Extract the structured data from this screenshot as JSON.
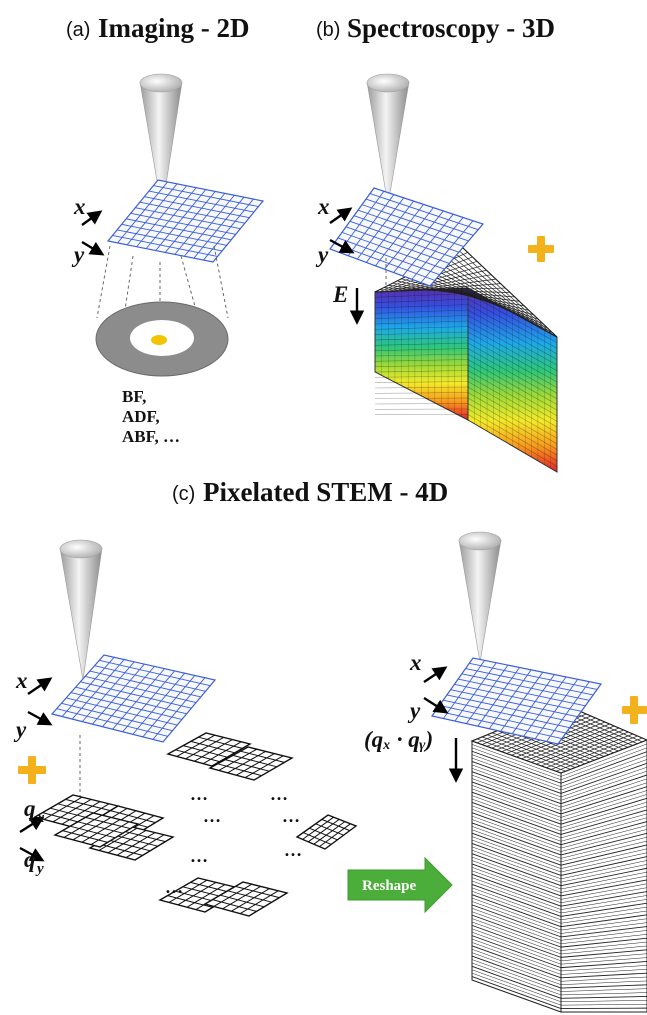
{
  "panels": {
    "a": {
      "tag": "(a)",
      "title": "Imaging - 2D",
      "axis_x": "x",
      "axis_y": "y",
      "detectors": [
        "BF,",
        "ADF,",
        "ABF, …"
      ]
    },
    "b": {
      "tag": "(b)",
      "title": "Spectroscopy - 3D",
      "axis_x": "x",
      "axis_y": "y",
      "axis_e": "E"
    },
    "c": {
      "tag": "(c)",
      "title": "Pixelated STEM - 4D",
      "axis_x": "x",
      "axis_y": "y",
      "axis_qx": "q",
      "axis_qx_sub": "x",
      "axis_qy": "q",
      "axis_qy_sub": "y",
      "stack_label": "(qₓ · qᵧ)",
      "reshape_label": "Reshape",
      "ellipsis": "…"
    }
  },
  "colors": {
    "scan_grid": "#3b5fd6",
    "plus": "#f3b21b",
    "spot": "#f5c400",
    "detector_ring": "#8c8c8c",
    "arrow_green": "#4cae3a"
  }
}
